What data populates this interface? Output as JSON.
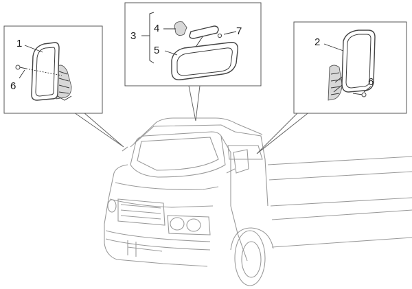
{
  "callouts": {
    "left_box": {
      "part_mirror": "1",
      "part_screw": "6"
    },
    "center_box": {
      "part_assembly": "3",
      "part_cover": "4",
      "part_mirror": "5",
      "part_screw": "7"
    },
    "right_box": {
      "part_mirror": "2",
      "part_screw": "6"
    }
  }
}
